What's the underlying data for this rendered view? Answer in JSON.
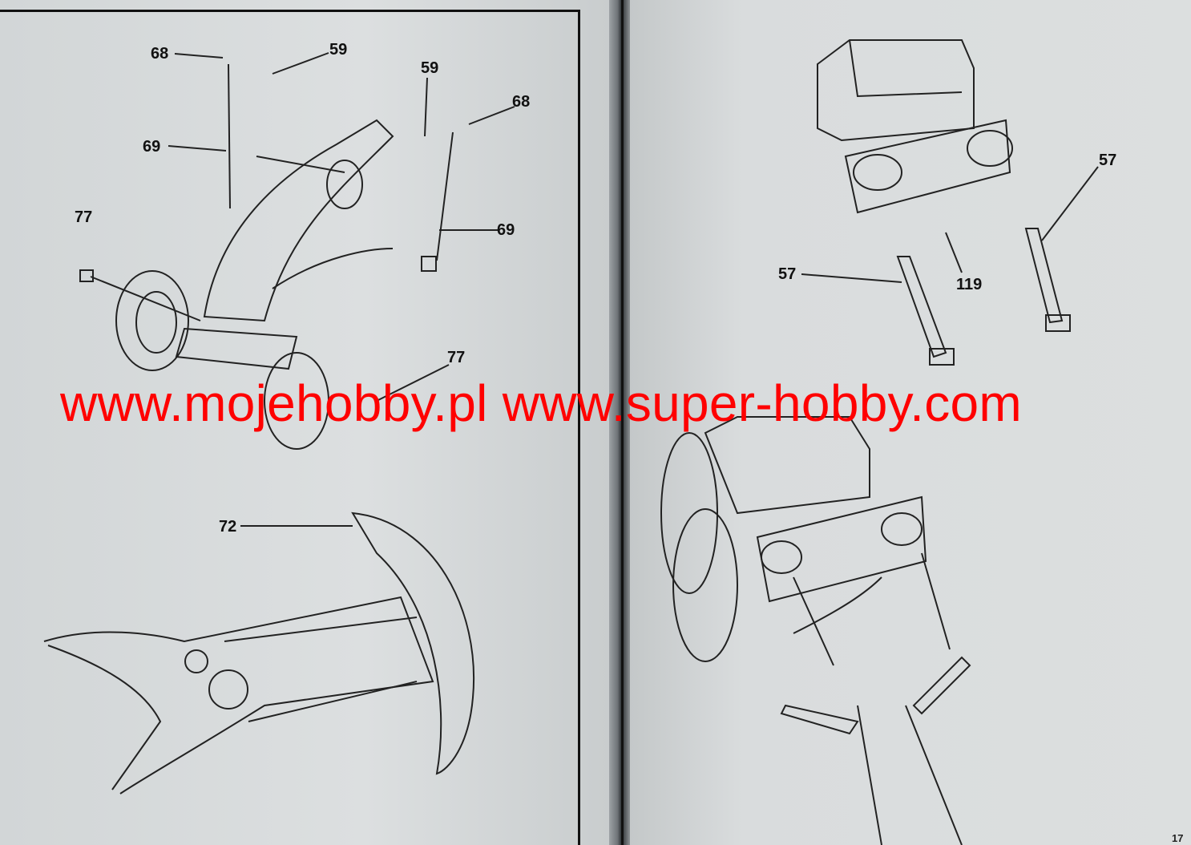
{
  "left_page": {
    "callouts": {
      "rod_end_top_left": "68",
      "lever_top": "59",
      "lever_right": "59",
      "rod_end_right": "68",
      "rod_left": "69",
      "rod_right": "69",
      "hub_cap_left": "77",
      "hub_cap_right": "77",
      "elevation_arc": "72"
    }
  },
  "right_page": {
    "callouts": {
      "trail_leg_right": "57",
      "trail_leg_left": "57",
      "small_part": "119"
    },
    "page_number": "17"
  },
  "watermark": "www.mojehobby.pl www.super-hobby.com",
  "colors": {
    "paper": "#d9dcdd",
    "ink": "#111111",
    "watermark": "#ff0000"
  }
}
